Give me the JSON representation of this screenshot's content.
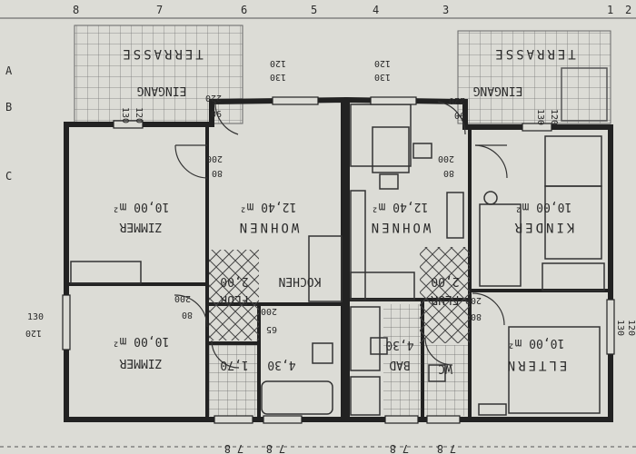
{
  "grid": {
    "columns": [
      "8",
      "7",
      "6",
      "5",
      "4",
      "3",
      "1",
      "2"
    ],
    "rows": [
      "A",
      "B",
      "C"
    ]
  },
  "terraces": {
    "left": "TERRASSE",
    "right": "TERRASSE"
  },
  "entrances": {
    "left": "EINGANG",
    "right": "EINGANG"
  },
  "left_unit": {
    "zimmer_top": {
      "name": "ZIMMER",
      "area": "10,00 m²"
    },
    "wohnen": {
      "name": "WOHNEN",
      "area": "12,40 m²"
    },
    "kochen": "KOCHEN",
    "flur": {
      "name": "FLUR",
      "area": "2,00"
    },
    "zimmer_bottom": {
      "name": "ZIMMER",
      "area": "10,00 m²"
    },
    "bad": {
      "area": "4,30",
      "dim": "1,70"
    }
  },
  "right_unit": {
    "wohnen": {
      "name": "WOHNEN",
      "area": "12,40 m²"
    },
    "kinder": {
      "name": "KINDER",
      "area": "10,00 m²"
    },
    "flur": {
      "name": "FLUR",
      "area": "2,00"
    },
    "bad": {
      "name": "BAD",
      "area": "4,30"
    },
    "wc": "WC",
    "eltern": {
      "name": "ELTERN",
      "area": "10,00 m²"
    }
  },
  "dimensions": {
    "window_head": "130",
    "window_sill": "120",
    "door_head": "200",
    "door_width": "80",
    "door_small": "90",
    "door_wide": "220",
    "bad_door": "65",
    "bottom_tick": "8",
    "bottom_tick_b": "7"
  }
}
